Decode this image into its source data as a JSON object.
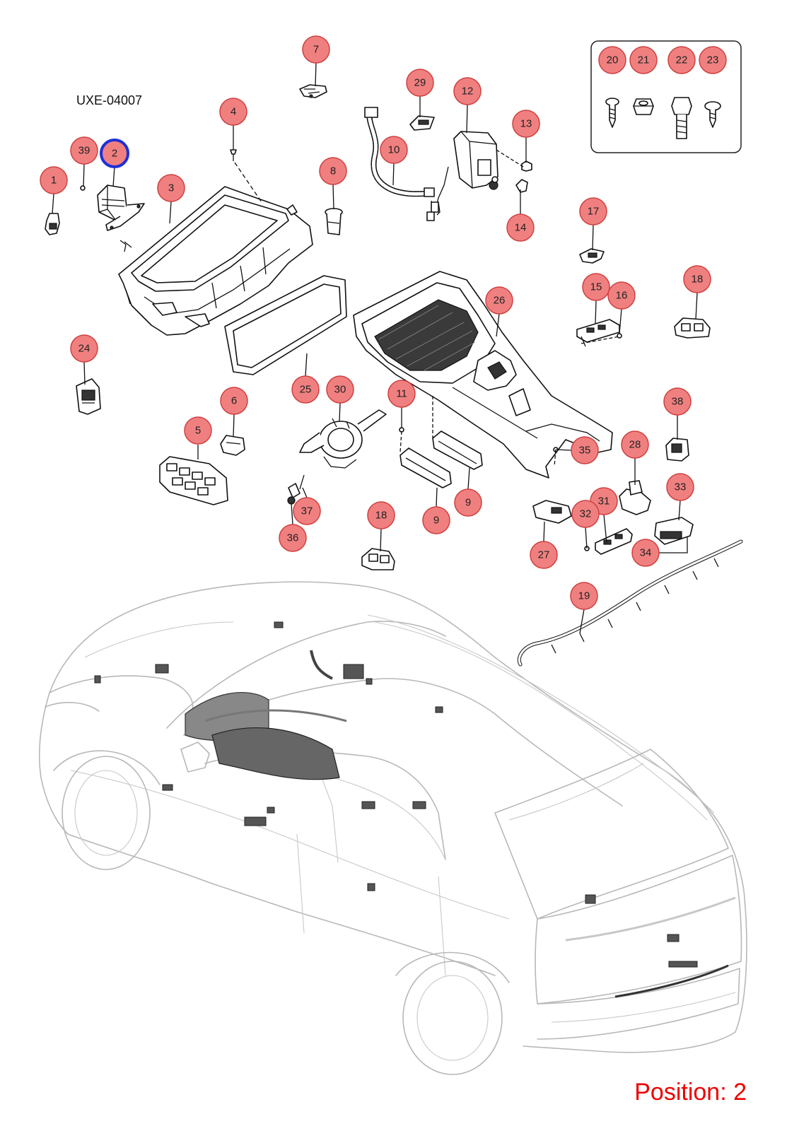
{
  "diagram_code": "UXE-04007",
  "position_label": "Position: 2",
  "colors": {
    "callout_fill": "#f08080",
    "callout_stroke": "#d04040",
    "highlight_stroke": "#1f2fd6",
    "position_text": "#ee0000",
    "car_outline": "#b8b8b8"
  },
  "highlighted_callout": "2",
  "callouts": [
    "1",
    "2",
    "3",
    "4",
    "5",
    "6",
    "7",
    "8",
    "9",
    "9",
    "10",
    "11",
    "12",
    "13",
    "14",
    "15",
    "16",
    "17",
    "18",
    "18",
    "19",
    "20",
    "21",
    "22",
    "23",
    "24",
    "25",
    "26",
    "27",
    "28",
    "29",
    "30",
    "31",
    "32",
    "33",
    "34",
    "35",
    "36",
    "37",
    "38",
    "39"
  ],
  "hardware_box_callouts": [
    "20",
    "21",
    "22",
    "23"
  ]
}
